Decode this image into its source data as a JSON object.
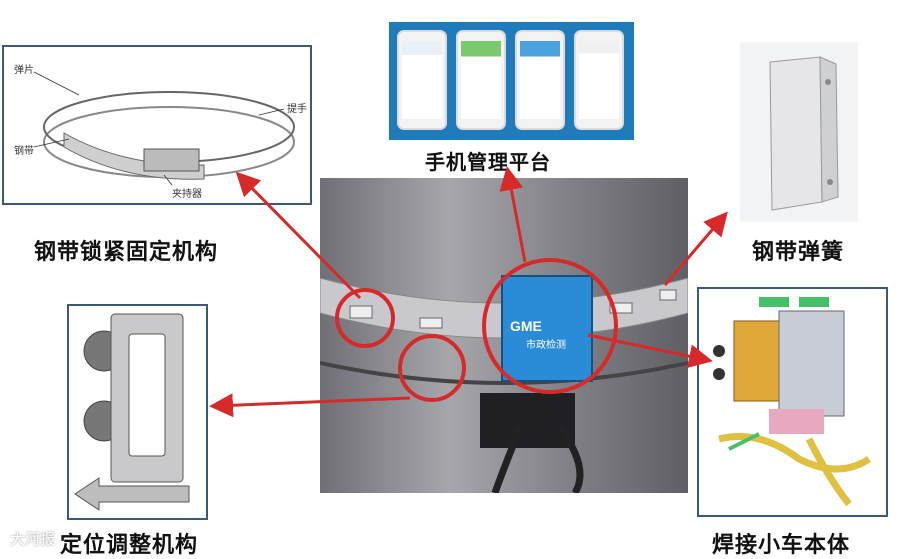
{
  "labels": {
    "phone_platform": "手机管理平台",
    "band_lock": "钢带锁紧固定机构",
    "band_spring": "钢带弹簧",
    "positioning": "定位调整机构",
    "trolley_body": "焊接小车本体"
  },
  "band_callouts": {
    "spring_piece": "弹片",
    "steel_band": "钢带",
    "handle": "提手",
    "clamp": "夹持器"
  },
  "device_brand": {
    "logo": "GME",
    "name": "市政检测"
  },
  "watermark": "大河报",
  "colors": {
    "arrow": "#d62a2a",
    "frame": "#3a5a78",
    "phone_panel": "#1f7bb9",
    "device_body": "#2a8bd6"
  }
}
